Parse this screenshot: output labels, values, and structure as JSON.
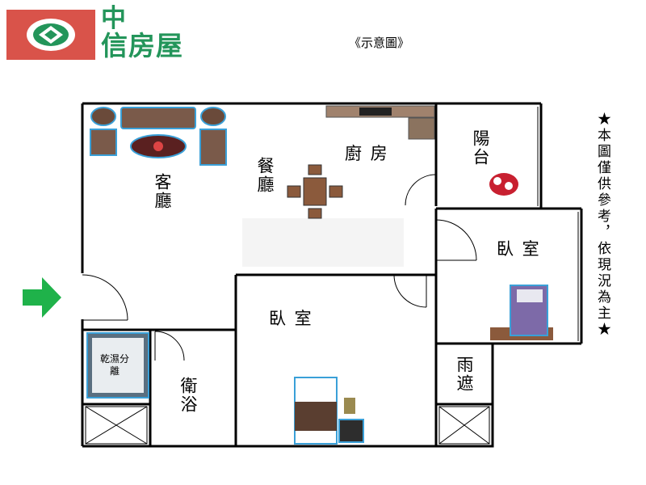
{
  "brand": {
    "line1": "中",
    "line2": "信房屋",
    "accent": "#d9534a",
    "text_color": "#23955a"
  },
  "caption": "《示意圖》",
  "rooms": {
    "living": "客廳",
    "dining": "餐廳",
    "kitchen": "廚 房",
    "balcony": "陽台",
    "bedroom_right": "臥 室",
    "bedroom_main": "臥 室",
    "bathroom": "衛浴",
    "shower": "乾濕分離",
    "awning": "雨遮"
  },
  "note": "★本圖僅供參考，依現況為主★",
  "icons": {
    "entry": "green-arrow-icon"
  },
  "colors": {
    "wall": "#000000",
    "furniture_outline": "#3aa0d8",
    "entry_arrow": "#1fb24a"
  }
}
